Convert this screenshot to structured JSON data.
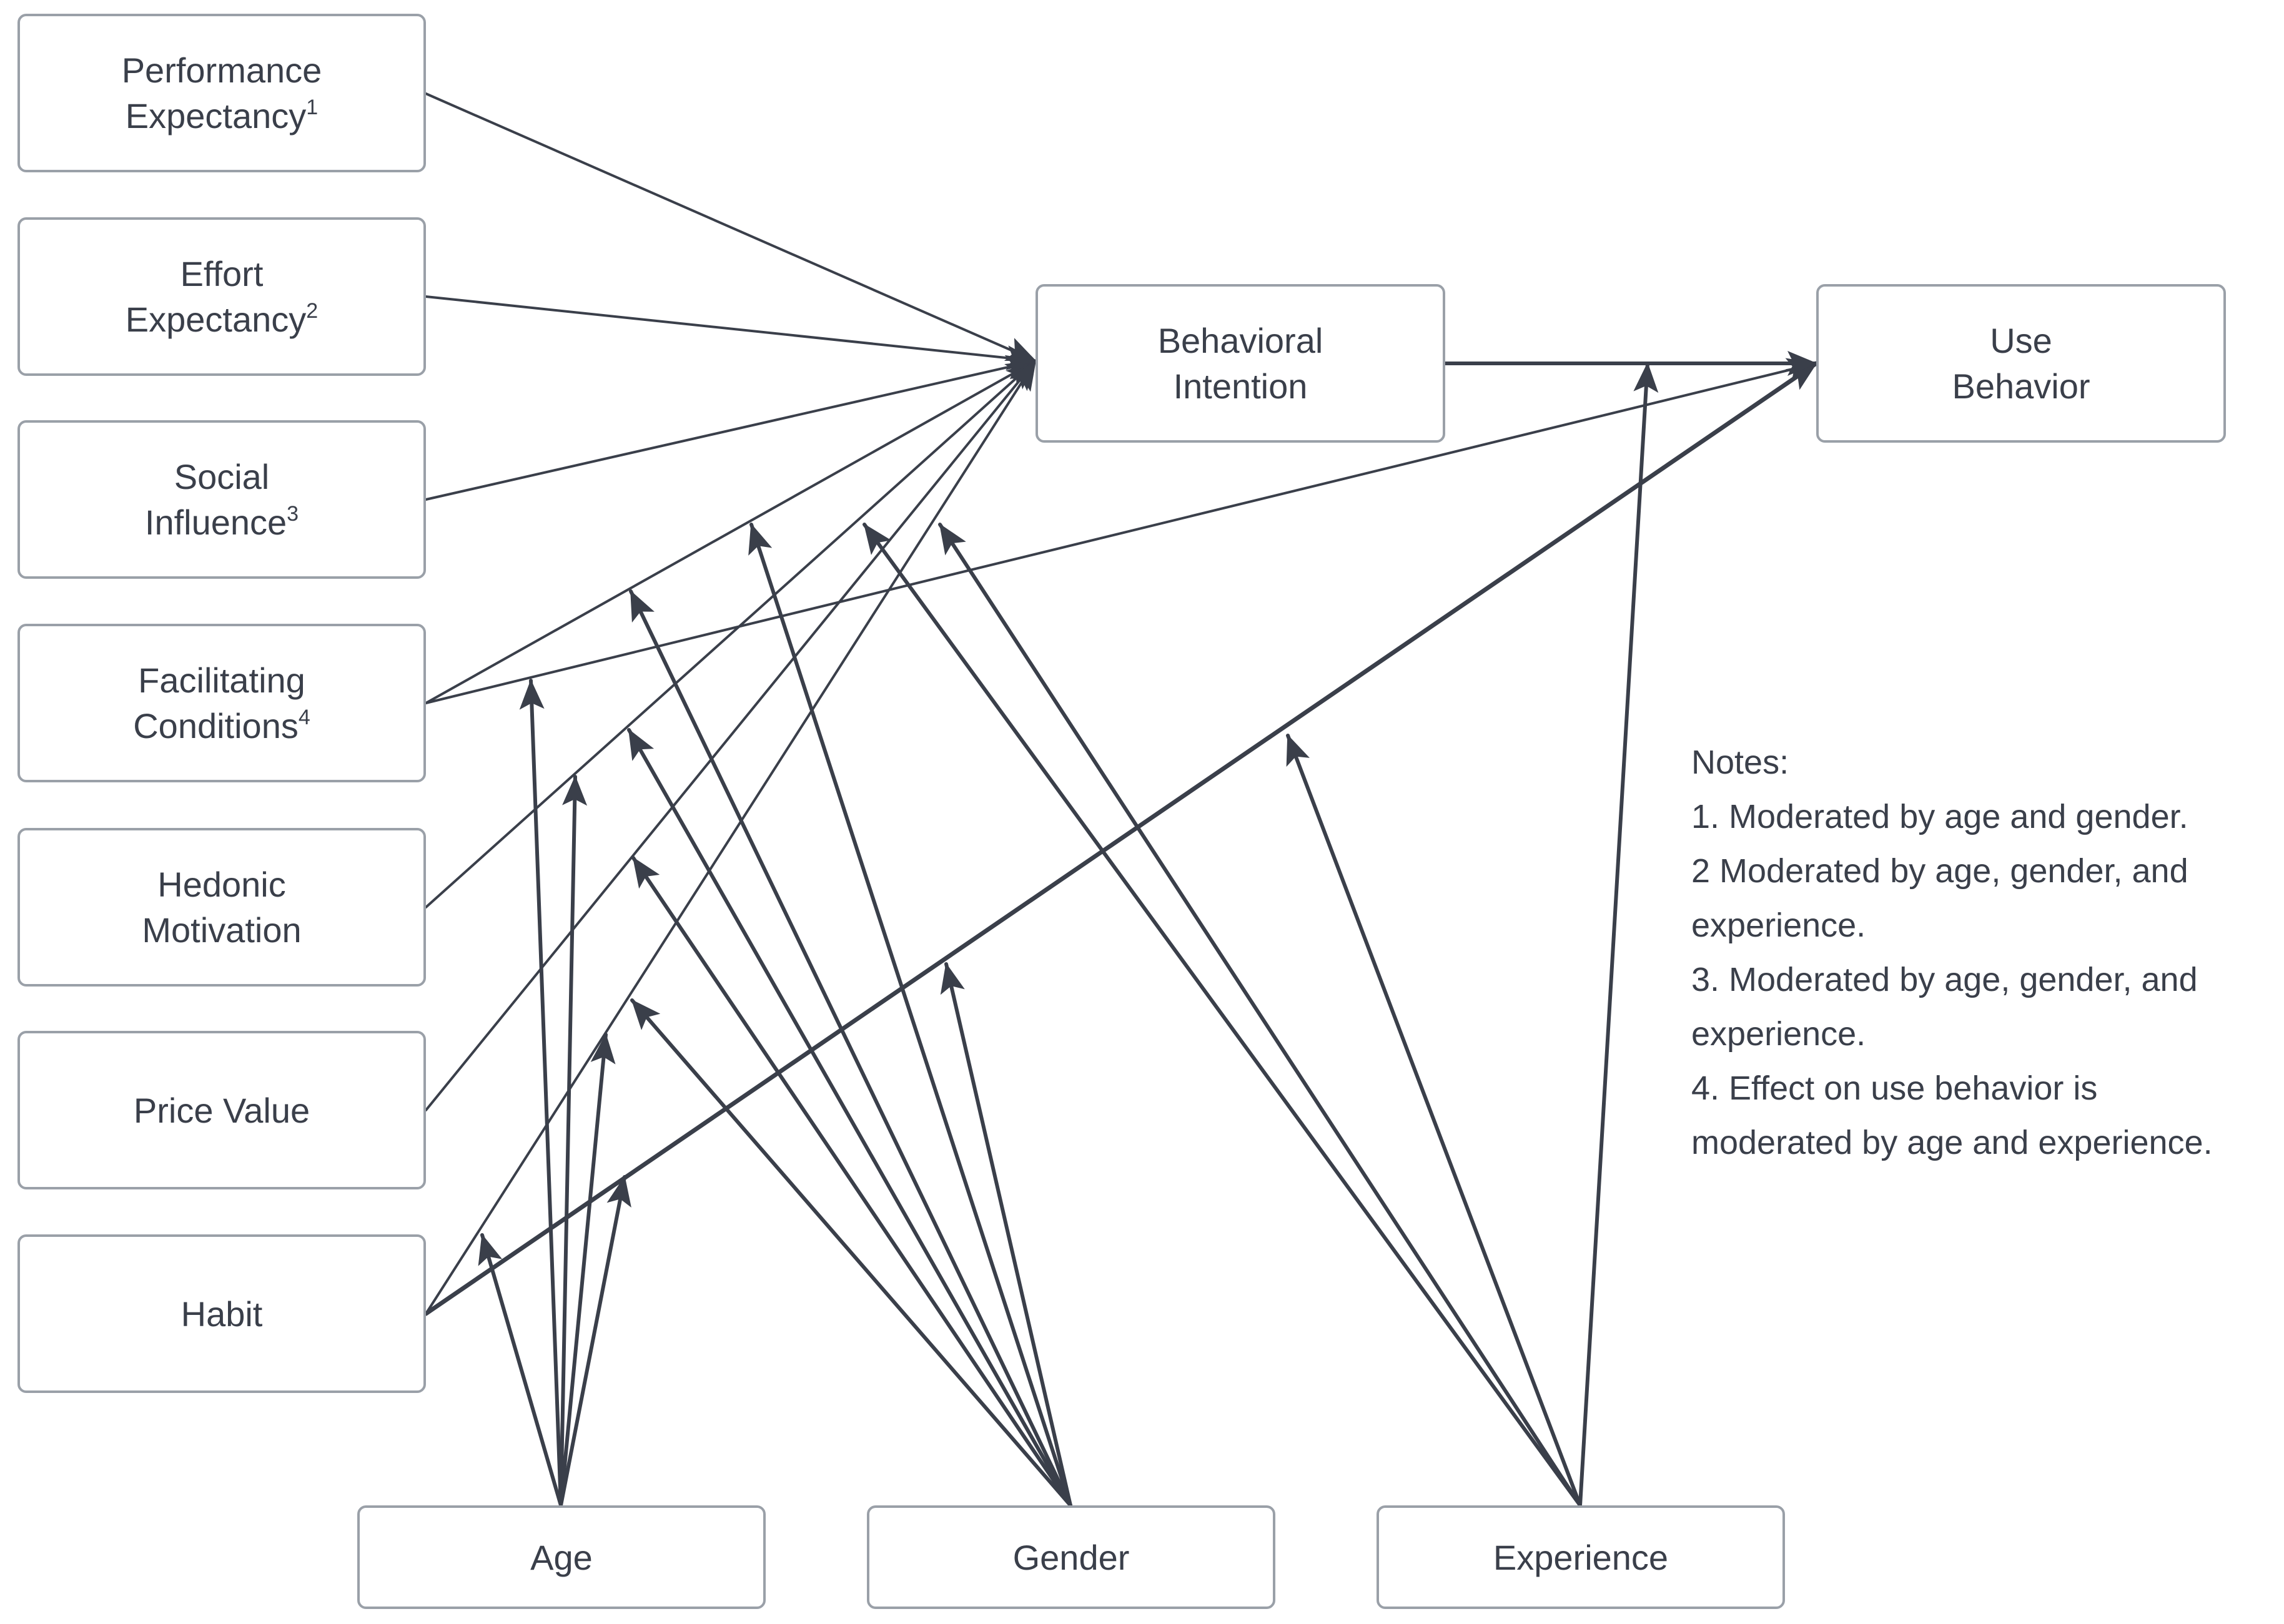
{
  "nodes": {
    "performance_expectancy": {
      "line1": "Performance",
      "line2": "Expectancy",
      "sup": "1"
    },
    "effort_expectancy": {
      "line1": "Effort",
      "line2": "Expectancy",
      "sup": "2"
    },
    "social_influence": {
      "line1": "Social",
      "line2": "Influence",
      "sup": "3"
    },
    "facilitating_conditions": {
      "line1": "Facilitating",
      "line2": "Conditions",
      "sup": "4"
    },
    "hedonic_motivation": {
      "line1": "Hedonic",
      "line2": "Motivation"
    },
    "price_value": {
      "line1": "Price Value"
    },
    "habit": {
      "line1": "Habit"
    },
    "behavioral_intention": {
      "line1": "Behavioral",
      "line2": "Intention"
    },
    "use_behavior": {
      "line1": "Use",
      "line2": "Behavior"
    },
    "age": {
      "line1": "Age"
    },
    "gender": {
      "line1": "Gender"
    },
    "experience": {
      "line1": "Experience"
    }
  },
  "notes": {
    "title": "Notes:",
    "note1": "1. Moderated by age and gender.",
    "note2a": "2 Moderated by age, gender, and",
    "note2b": "experience.",
    "note3a": "3. Moderated by age, gender, and",
    "note3b": "experience.",
    "note4a": "4. Effect on use behavior is",
    "note4b": "moderated by age and experience."
  },
  "colors": {
    "edge": "#3a3f4a",
    "node_border": "#9aa0a8",
    "text": "#3a3f4a"
  }
}
